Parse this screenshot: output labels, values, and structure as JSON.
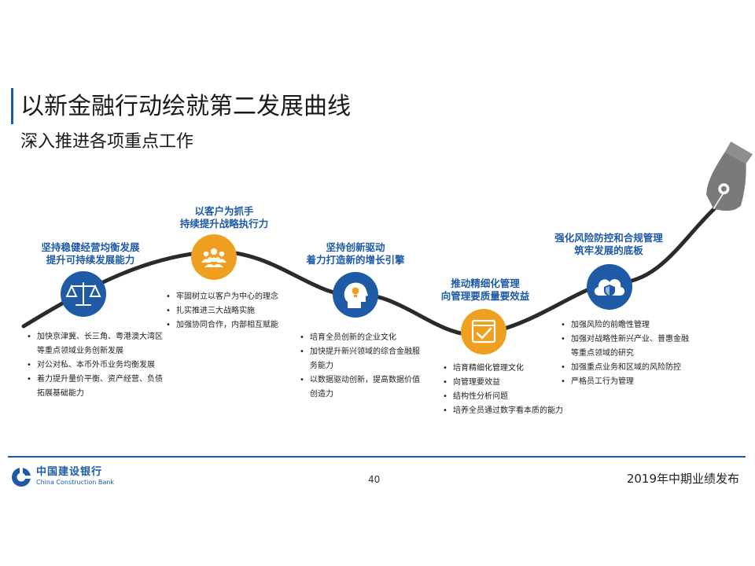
{
  "title": "以新金融行动绘就第二发展曲线",
  "subtitle": "深入推进各项重点工作",
  "colors": {
    "blue": "#1e5aa6",
    "orange": "#f0a020",
    "curve": "#2b2b2b",
    "pen": "#7a7a7a"
  },
  "stages": [
    {
      "icon": "scale-icon",
      "heading": [
        "坚持稳健经营均衡发展",
        "提升可持续发展能力"
      ],
      "bullets": [
        "加快京津冀、长三角、粤港澳大湾区等重点领域业务创新发展",
        "对公对私、本币外币业务均衡发展",
        "着力提升量价平衡、资产经营、负债拓展基础能力"
      ]
    },
    {
      "icon": "people-group-icon",
      "heading": [
        "以客户为抓手",
        "持续提升战略执行力"
      ],
      "bullets": [
        "牢固树立以客户为中心的理念",
        "扎实推进三大战略实施",
        "加强协同合作，内部相互赋能"
      ]
    },
    {
      "icon": "lightbulb-head-icon",
      "heading": [
        "坚持创新驱动",
        "着力打造新的增长引擎"
      ],
      "bullets": [
        "培育全员创新的企业文化",
        "加快提升新兴领域的综合金融服务能力",
        "以数据驱动创新，提高数据价值创造力"
      ]
    },
    {
      "icon": "checklist-window-icon",
      "heading": [
        "推动精细化管理",
        "向管理要质量要效益"
      ],
      "bullets": [
        "培育精细化管理文化",
        "向管理要效益",
        "结构性分析问题",
        "培养全员通过数字看本质的能力"
      ]
    },
    {
      "icon": "cloud-shield-icon",
      "heading": [
        "强化风险防控和合规管理",
        "筑牢发展的底板"
      ],
      "bullets": [
        "加强风险的前瞻性管理",
        "加强对战略性新兴产业、普惠金融等重点领域的研究",
        "加强重点业务和区域的风险防控",
        "严格员工行为管理"
      ]
    }
  ],
  "footer": {
    "logo_cn": "中国建设银行",
    "logo_en": "China Construction Bank",
    "page_number": "40",
    "event": "2019年中期业绩发布"
  }
}
